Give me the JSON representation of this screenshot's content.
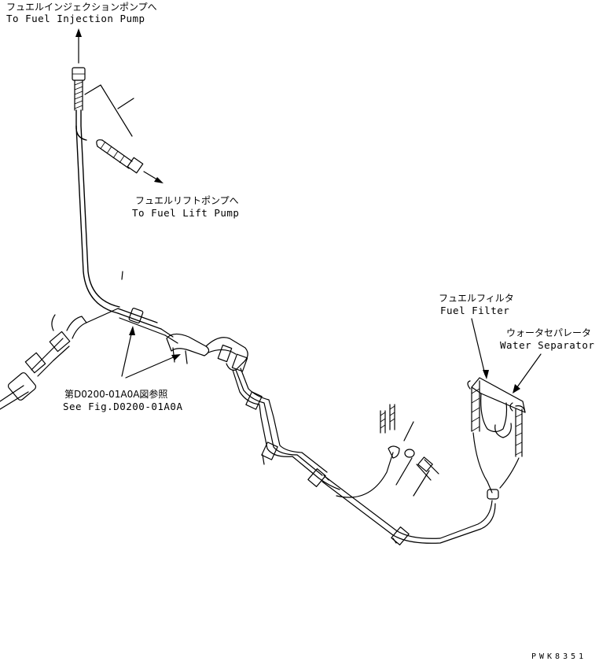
{
  "labels": {
    "injection_pump_jp": "フュエルインジェクションポンプへ",
    "injection_pump_en": "To Fuel Injection Pump",
    "lift_pump_jp": "フュエルリフトポンプへ",
    "lift_pump_en": "To Fuel Lift Pump",
    "fuel_filter_jp": "フュエルフィルタ",
    "fuel_filter_en": "Fuel Filter",
    "water_separator_jp": "ウォータセパレータ",
    "water_separator_en": "Water Separator",
    "see_fig_jp": "第D0200-01A0A図参照",
    "see_fig_en": "See Fig.D0200-01A0A",
    "drawing_code": "PWK8351"
  }
}
